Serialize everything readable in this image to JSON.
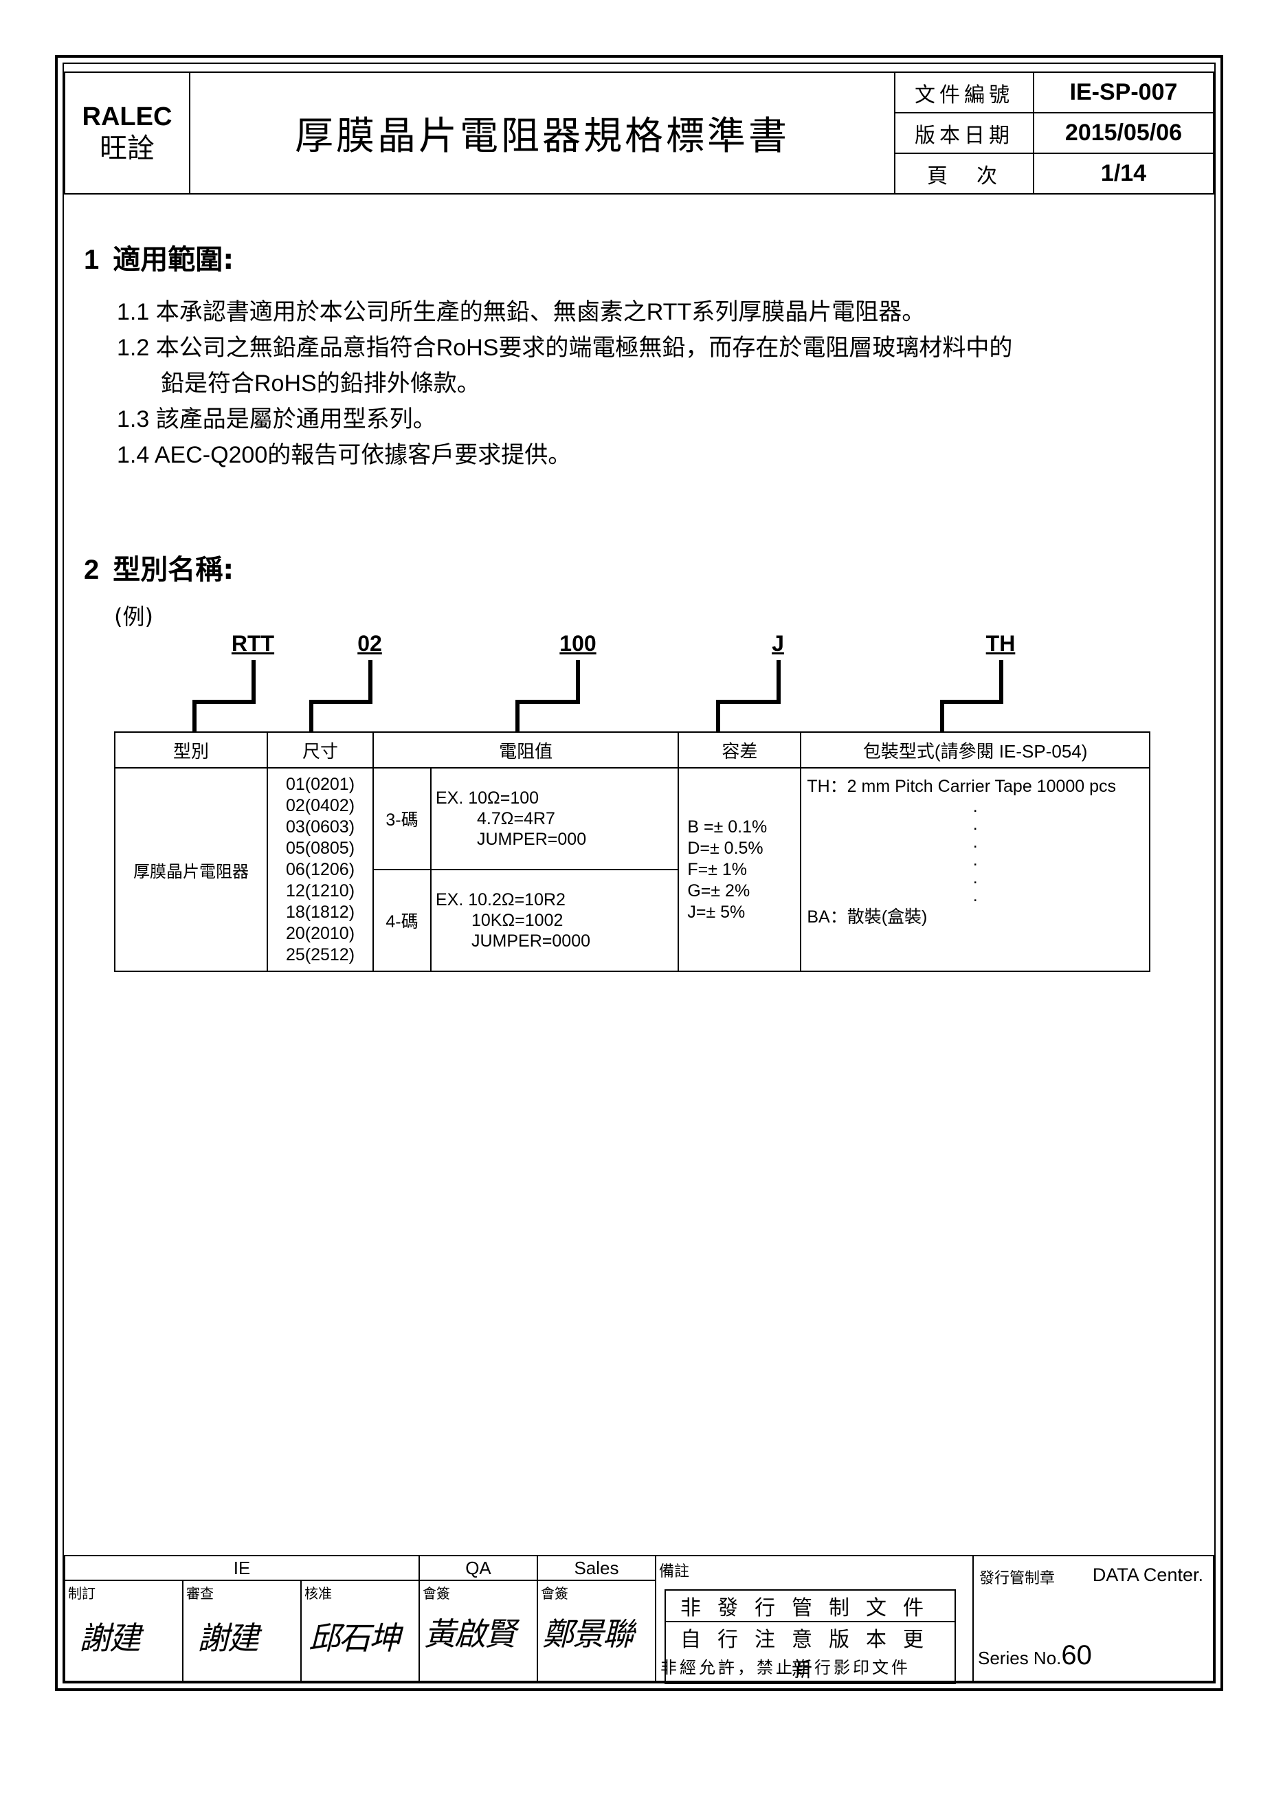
{
  "header": {
    "company_en": "RALEC",
    "company_cn": "旺詮",
    "title": "厚膜晶片電阻器規格標準書",
    "doc_no_label": "文件編號",
    "doc_no": "IE-SP-007",
    "date_label": "版本日期",
    "date": "2015/05/06",
    "page_label": "頁　次",
    "page": "1/14"
  },
  "section1": {
    "number": "1",
    "title": "適用範圍:",
    "items": [
      {
        "no": "1.1",
        "text": "本承認書適用於本公司所生產的無鉛、無鹵素之RTT系列厚膜晶片電阻器。"
      },
      {
        "no": "1.2",
        "text": "本公司之無鉛產品意指符合RoHS要求的端電極無鉛，而存在於電阻層玻璃材料中的"
      },
      {
        "no": "",
        "text": "鉛是符合RoHS的鉛排外條款。"
      },
      {
        "no": "1.3",
        "text": "該產品是屬於通用型系列。"
      },
      {
        "no": "1.4",
        "text": "AEC-Q200的報告可依據客戶要求提供。"
      }
    ]
  },
  "section2": {
    "number": "2",
    "title": "型別名稱:",
    "example_label": "(例)",
    "codes": [
      "RTT",
      "02",
      "100",
      "J",
      "TH"
    ],
    "table": {
      "headers": [
        "型別",
        "尺寸",
        "電阻值",
        "容差",
        "包裝型式(請參閱 IE-SP-054)"
      ],
      "type": "厚膜晶片電阻器",
      "sizes": [
        "01(0201)",
        "02(0402)",
        "03(0603)",
        "05(0805)",
        "06(1206)",
        "12(1210)",
        "18(1812)",
        "20(2010)",
        "25(2512)"
      ],
      "code3_label": "3-碼",
      "code3_lines": [
        "EX. 10Ω=100",
        "4.7Ω=4R7",
        "JUMPER=000"
      ],
      "code4_label": "4-碼",
      "code4_lines": [
        "EX. 10.2Ω=10R2",
        "10KΩ=1002",
        "JUMPER=0000"
      ],
      "tolerances": [
        "B =± 0.1%",
        "D=± 0.5%",
        "F=± 1%",
        "G=± 2%",
        "J=± 5%"
      ],
      "packing_th": "TH：2 mm Pitch Carrier Tape 10000 pcs",
      "packing_dots": [
        ".",
        ".",
        ".",
        ".",
        ".",
        "."
      ],
      "packing_ba": "BA：散裝(盒裝)"
    }
  },
  "footer": {
    "ie": "IE",
    "qa": "QA",
    "sales": "Sales",
    "remarks_label": "備註",
    "draft_label": "制訂",
    "review_label": "審查",
    "approve_label": "核准",
    "sign_label_qa": "會簽",
    "sign_label_sales": "會簽",
    "signatures": [
      "謝建",
      "謝建",
      "邱石坤",
      "黃啟賢",
      "鄭景聯"
    ],
    "stamp_line1": "非發行管制文件",
    "stamp_line2": "自行注意版本更新",
    "stamp_line3": "非經允許，禁止自行影印文件",
    "control_label": "發行管制章",
    "data_center": "DATA Center.",
    "series_label": "Series No.",
    "series_no": "60"
  }
}
